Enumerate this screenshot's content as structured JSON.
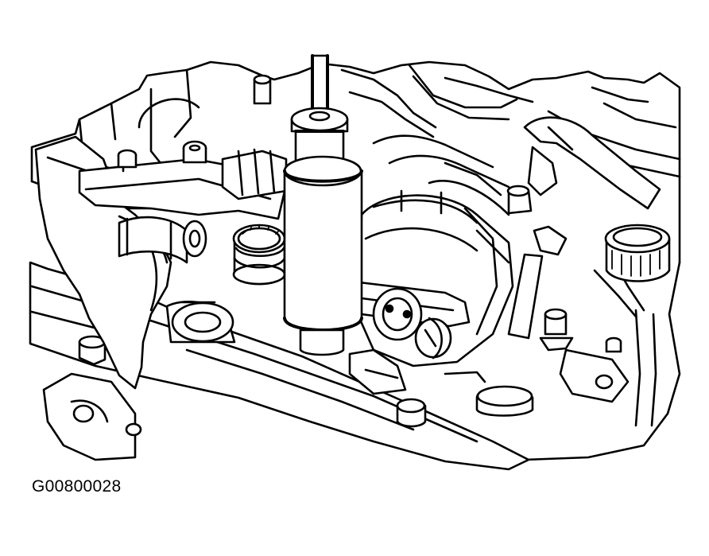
{
  "figure": {
    "id": "G00800028",
    "line_color": "#000000",
    "background": "#ffffff"
  },
  "parts": [
    "engine-compartment",
    "valve-cover",
    "puller-tool",
    "puller-slide-hammer-rod",
    "pulley",
    "pressure-gauge",
    "hoses",
    "radiator-cap",
    "bolts"
  ]
}
